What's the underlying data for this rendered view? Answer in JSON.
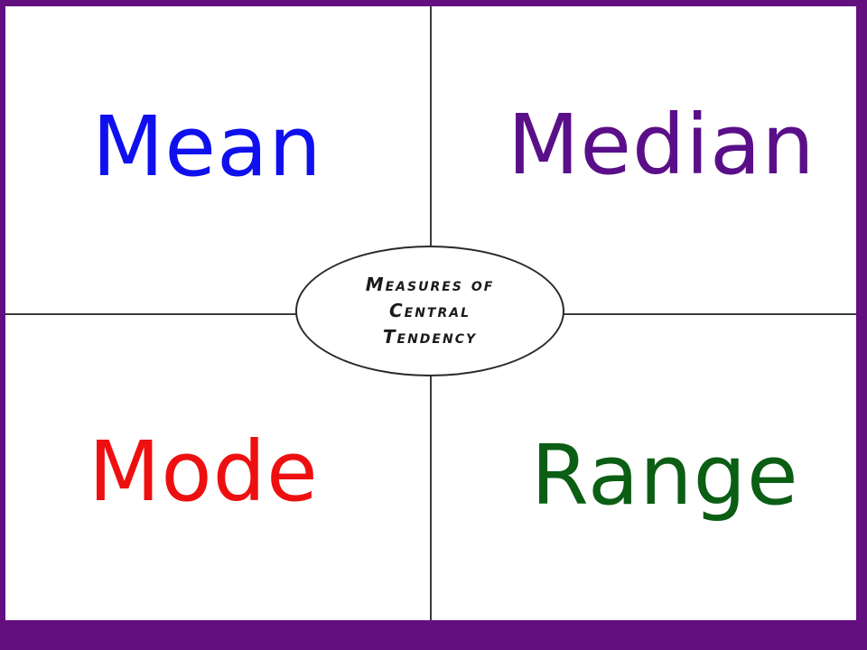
{
  "diagram": {
    "quadrants": [
      {
        "label": "Mean",
        "color": "#1010ee"
      },
      {
        "label": "Median",
        "color": "#5a0f88"
      },
      {
        "label": "Mode",
        "color": "#ee1010"
      },
      {
        "label": "Range",
        "color": "#0b5e14"
      }
    ],
    "center": {
      "lines": [
        "Measures of",
        "Central",
        "Tendency"
      ]
    }
  },
  "colors": {
    "frame": "#640f80",
    "background": "#ffffff",
    "divider": "#3a3a3a"
  }
}
